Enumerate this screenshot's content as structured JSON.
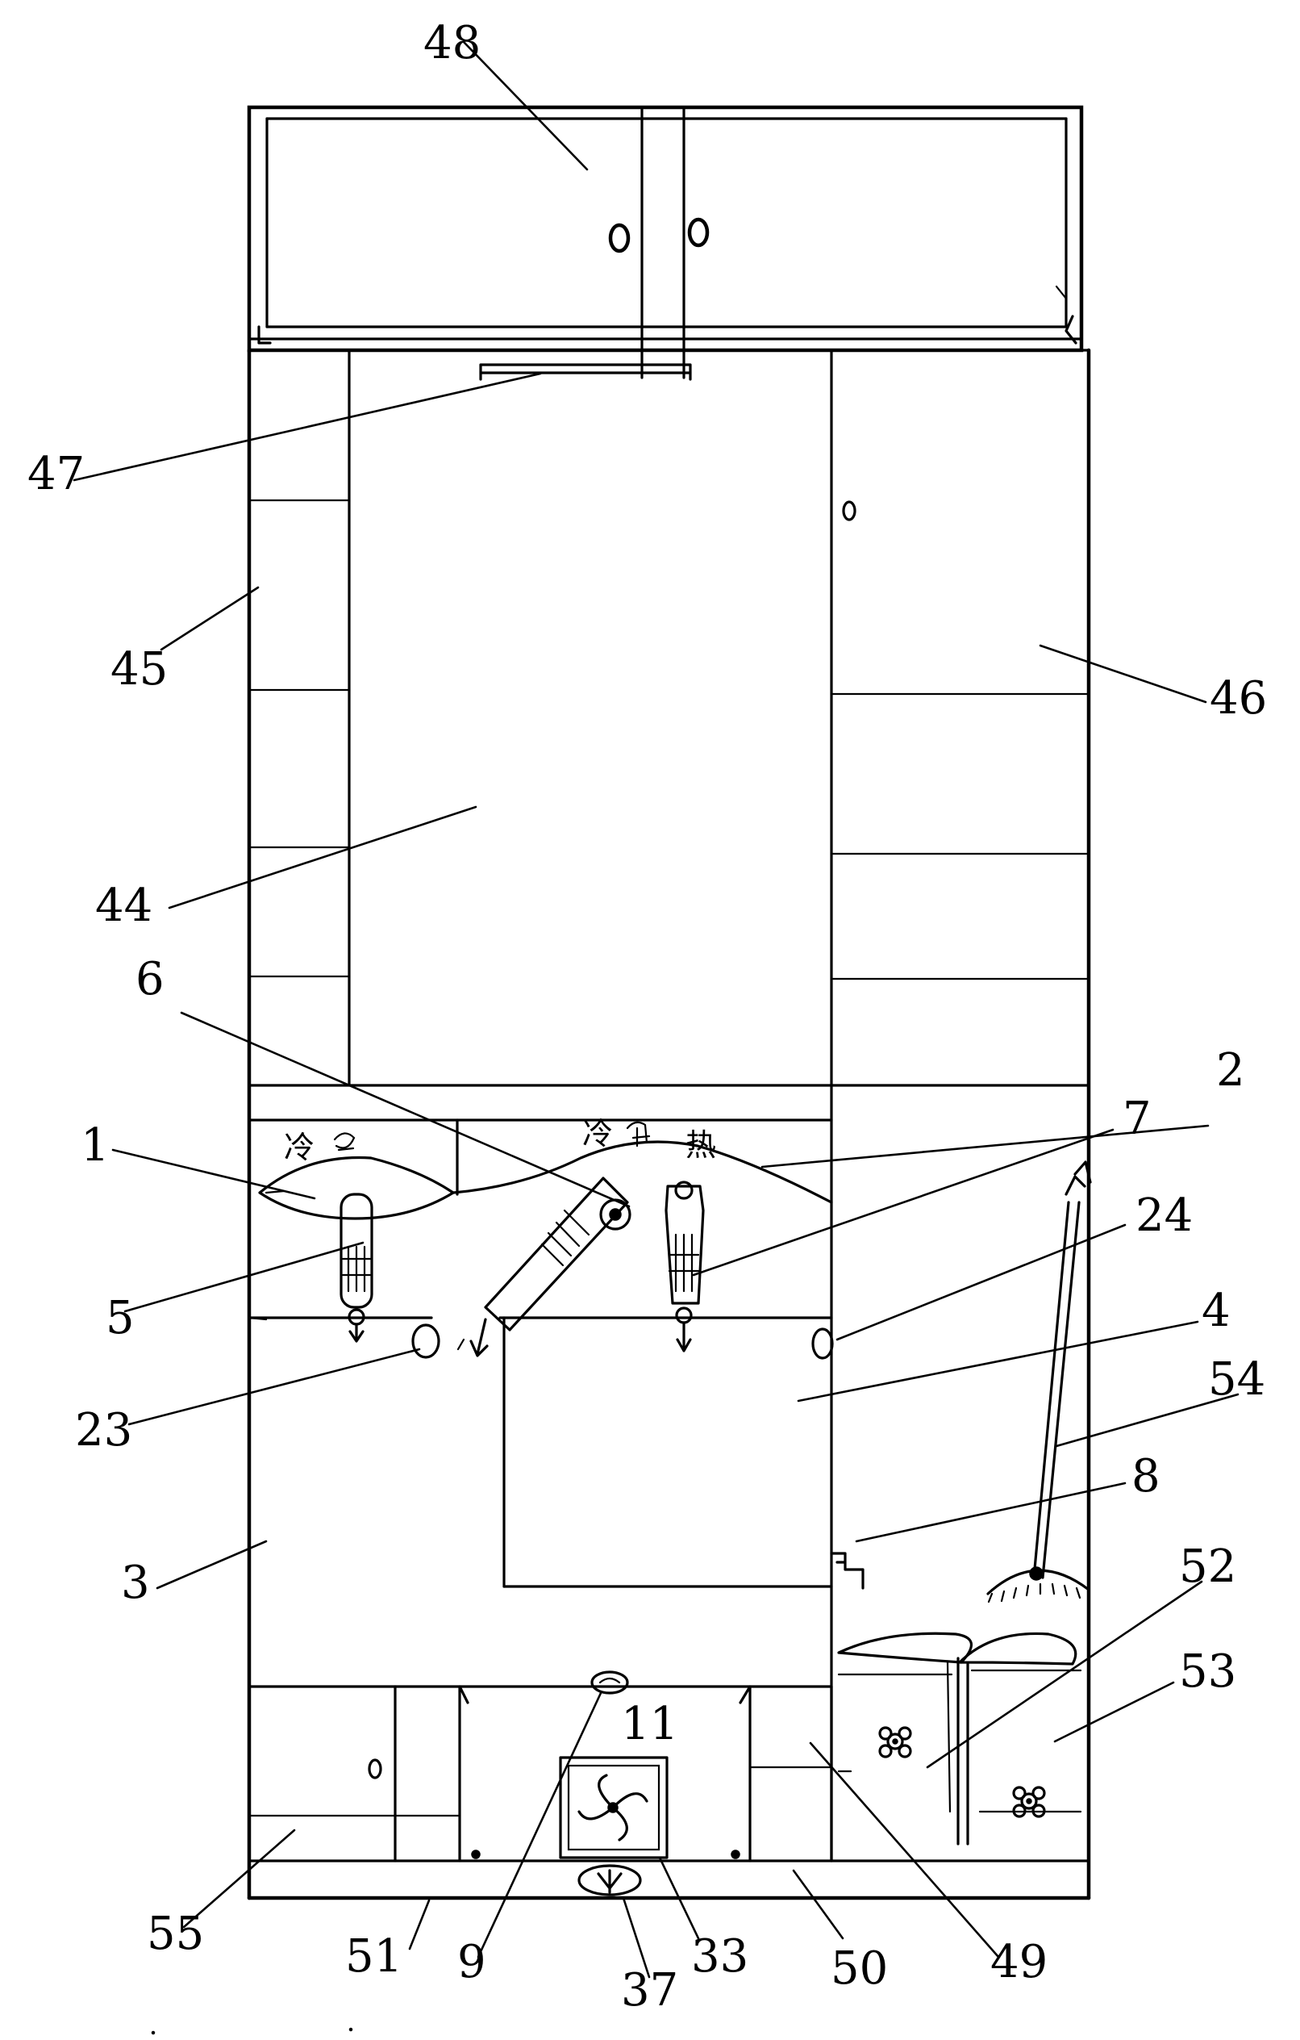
{
  "labels": {
    "l1": "1",
    "l2": "2",
    "l3": "3",
    "l4": "4",
    "l5": "5",
    "l6": "6",
    "l7": "7",
    "l8": "8",
    "l9": "9",
    "l11": "11",
    "l23": "23",
    "l24": "24",
    "l33": "33",
    "l37": "37",
    "l44": "44",
    "l45": "45",
    "l46": "46",
    "l47": "47",
    "l48": "48",
    "l49": "49",
    "l50": "50",
    "l51": "51",
    "l52": "52",
    "l53": "53",
    "l54": "54",
    "l55": "55"
  },
  "marks": {
    "cold_left": "冷",
    "cold_right": "冷",
    "hot_right": "热"
  }
}
